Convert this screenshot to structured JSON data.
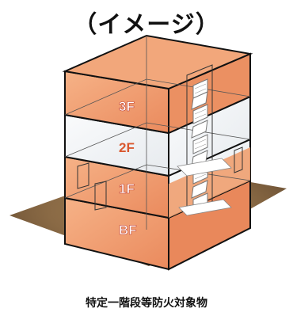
{
  "title": "（イメージ）",
  "caption": "特定一階段等防火対象物",
  "floors": [
    {
      "label": "3F",
      "color": "#d9582f"
    },
    {
      "label": "2F",
      "color": "#d9582f"
    },
    {
      "label": "1F",
      "color": "#ffffff"
    },
    {
      "label": "BF",
      "color": "#d9582f"
    }
  ],
  "colors": {
    "ground": "#8a6a45",
    "floor_fill": "#f0a070",
    "glass_fill": "#f4f6f8",
    "outline": "#111111"
  }
}
